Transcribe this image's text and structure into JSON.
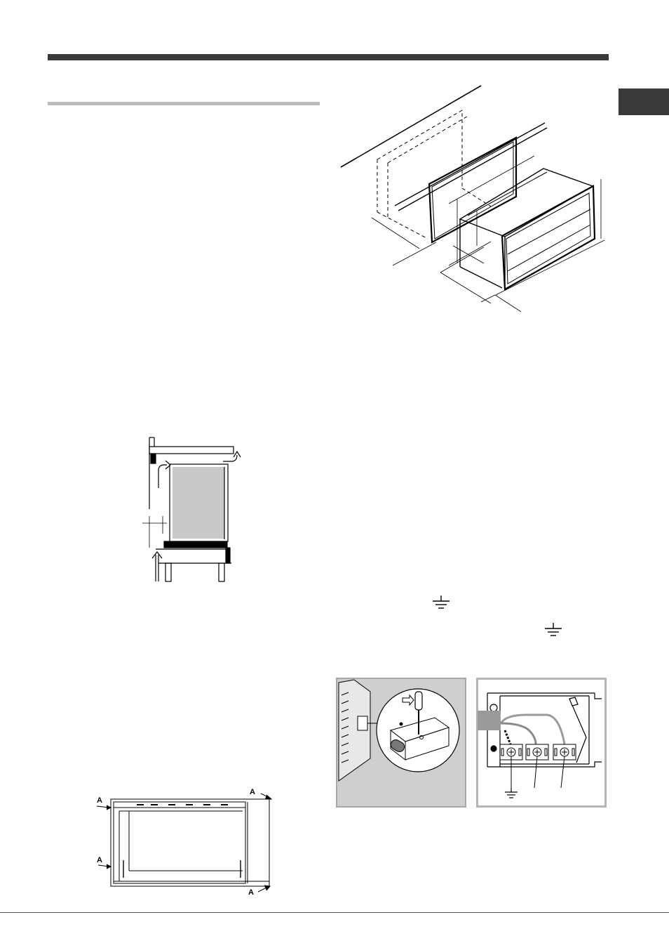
{
  "page": {
    "header_bar_color": "#3a3a3a",
    "section_rule_color": "#bdbdbd",
    "side_tab_color": "#3a3a3a",
    "footer_rule_color": "#555555"
  },
  "figures": {
    "oven_cabinet_diagram": {
      "description_icon": "oven-cabinet-installation-diagram"
    },
    "ventilation_diagram": {
      "description_icon": "ventilation-side-section-diagram"
    },
    "anti_tip_diagram": {
      "labels": [
        "A",
        "A",
        "A",
        "A"
      ]
    },
    "ground_symbols": [
      "ground-symbol",
      "ground-symbol"
    ],
    "terminal_box_panel": {
      "description_icon": "terminal-box-screwdriver-panel",
      "panel_color": "#cfcfcf"
    },
    "terminal_block_panel": {
      "description_icon": "terminal-block-wiring-panel"
    }
  }
}
